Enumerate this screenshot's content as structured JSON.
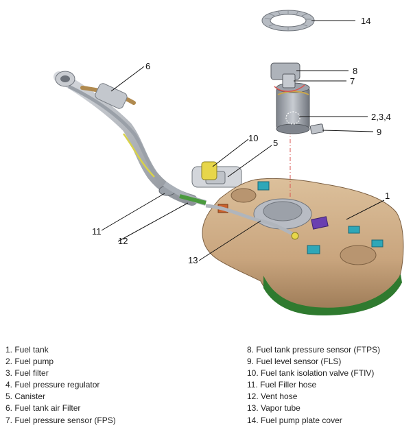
{
  "callouts": {
    "c1": "1",
    "c234": "2,3,4",
    "c5": "5",
    "c6": "6",
    "c7": "7",
    "c8": "8",
    "c9": "9",
    "c10": "10",
    "c11": "11",
    "c12": "12",
    "c13": "13",
    "c14": "14"
  },
  "legend": {
    "left": [
      "1. Fuel tank",
      "2. Fuel pump",
      "3. Fuel filter",
      "4. Fuel pressure regulator",
      "5. Canister",
      "6. Fuel tank air Filter",
      "7. Fuel pressure sensor (FPS)"
    ],
    "right": [
      "8. Fuel tank pressure sensor (FTPS)",
      "9. Fuel level sensor (FLS)",
      "10. Fuel tank isolation valve (FTIV)",
      "11. Fuel Filler hose",
      "12. Vent hose",
      "13. Vapor tube",
      "14. Fuel pump plate cover"
    ]
  },
  "colors": {
    "tank": "#c9a57e",
    "tank_shadow": "#8e6f4f",
    "tank_bottom": "#2f7a2f",
    "hose": "#b8bcc4",
    "hose_dark": "#7f848c",
    "pump_body": "#a8adb6",
    "connector_teal": "#2ea7b8",
    "canister_yellow": "#e7d64a",
    "purple_part": "#6a3fb0",
    "dashed_axis": "#d9534f"
  }
}
